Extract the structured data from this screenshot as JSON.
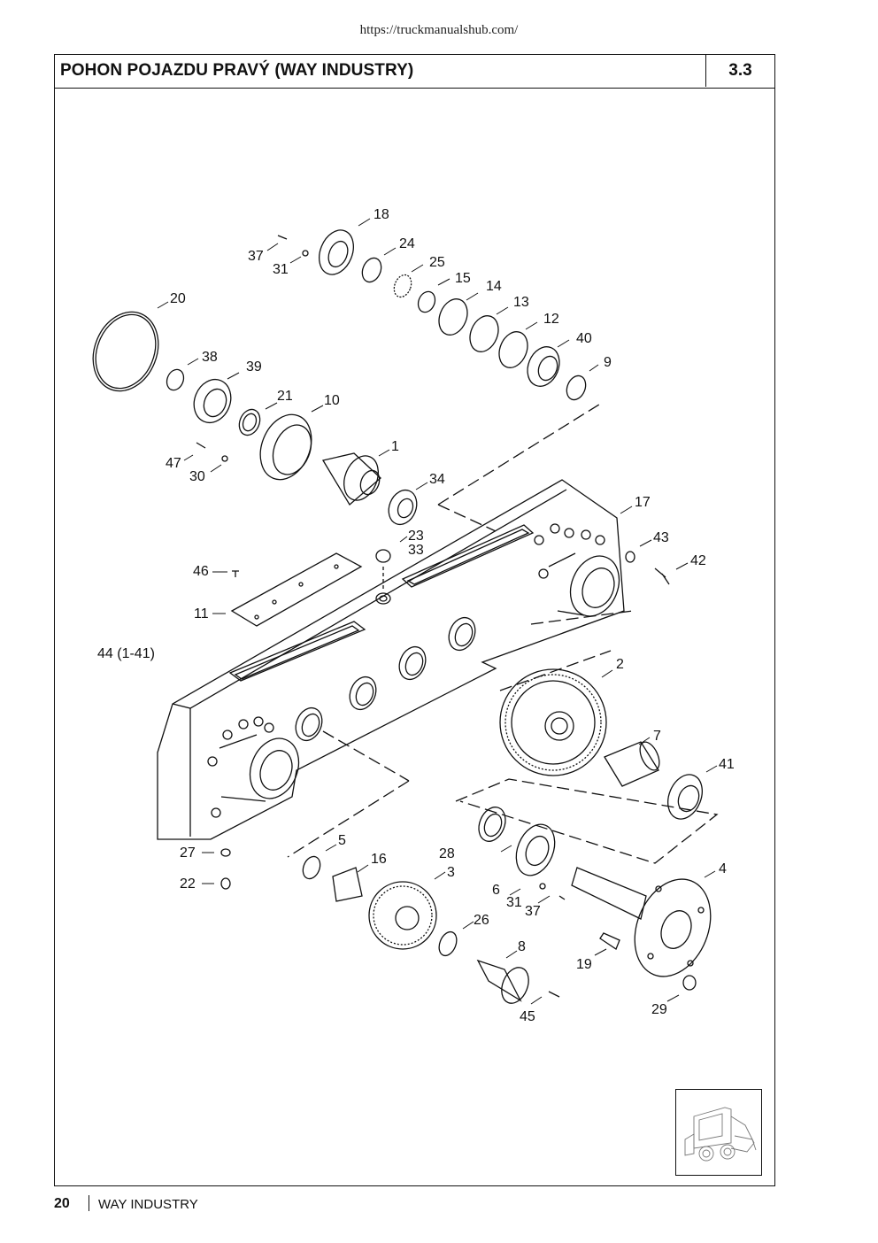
{
  "url": "https://truckmanualshub.com/",
  "header": {
    "title": "POHON POJAZDU PRAVÝ (WAY INDUSTRY)",
    "section": "3.3"
  },
  "assembly_label": "44 (1-41)",
  "callouts": {
    "c18": "18",
    "c37a": "37",
    "c31a": "31",
    "c24": "24",
    "c25": "25",
    "c15": "15",
    "c14": "14",
    "c13": "13",
    "c20": "20",
    "c12": "12",
    "c40": "40",
    "c38": "38",
    "c39": "39",
    "c9": "9",
    "c21": "21",
    "c10": "10",
    "c1": "1",
    "c47": "47",
    "c30": "30",
    "c34": "34",
    "c17": "17",
    "c23": "23",
    "c33": "33",
    "c43": "43",
    "c42": "42",
    "c46": "46",
    "c11": "11",
    "c2": "2",
    "c7": "7",
    "c41": "41",
    "c5": "5",
    "c27": "27",
    "c16": "16",
    "c3": "3",
    "c28": "28",
    "c22": "22",
    "c4": "4",
    "c6": "6",
    "c31b": "31",
    "c37b": "37",
    "c26": "26",
    "c8": "8",
    "c19": "19",
    "c29": "29",
    "c45": "45"
  },
  "footer": {
    "page": "20",
    "brand": "WAY INDUSTRY"
  }
}
